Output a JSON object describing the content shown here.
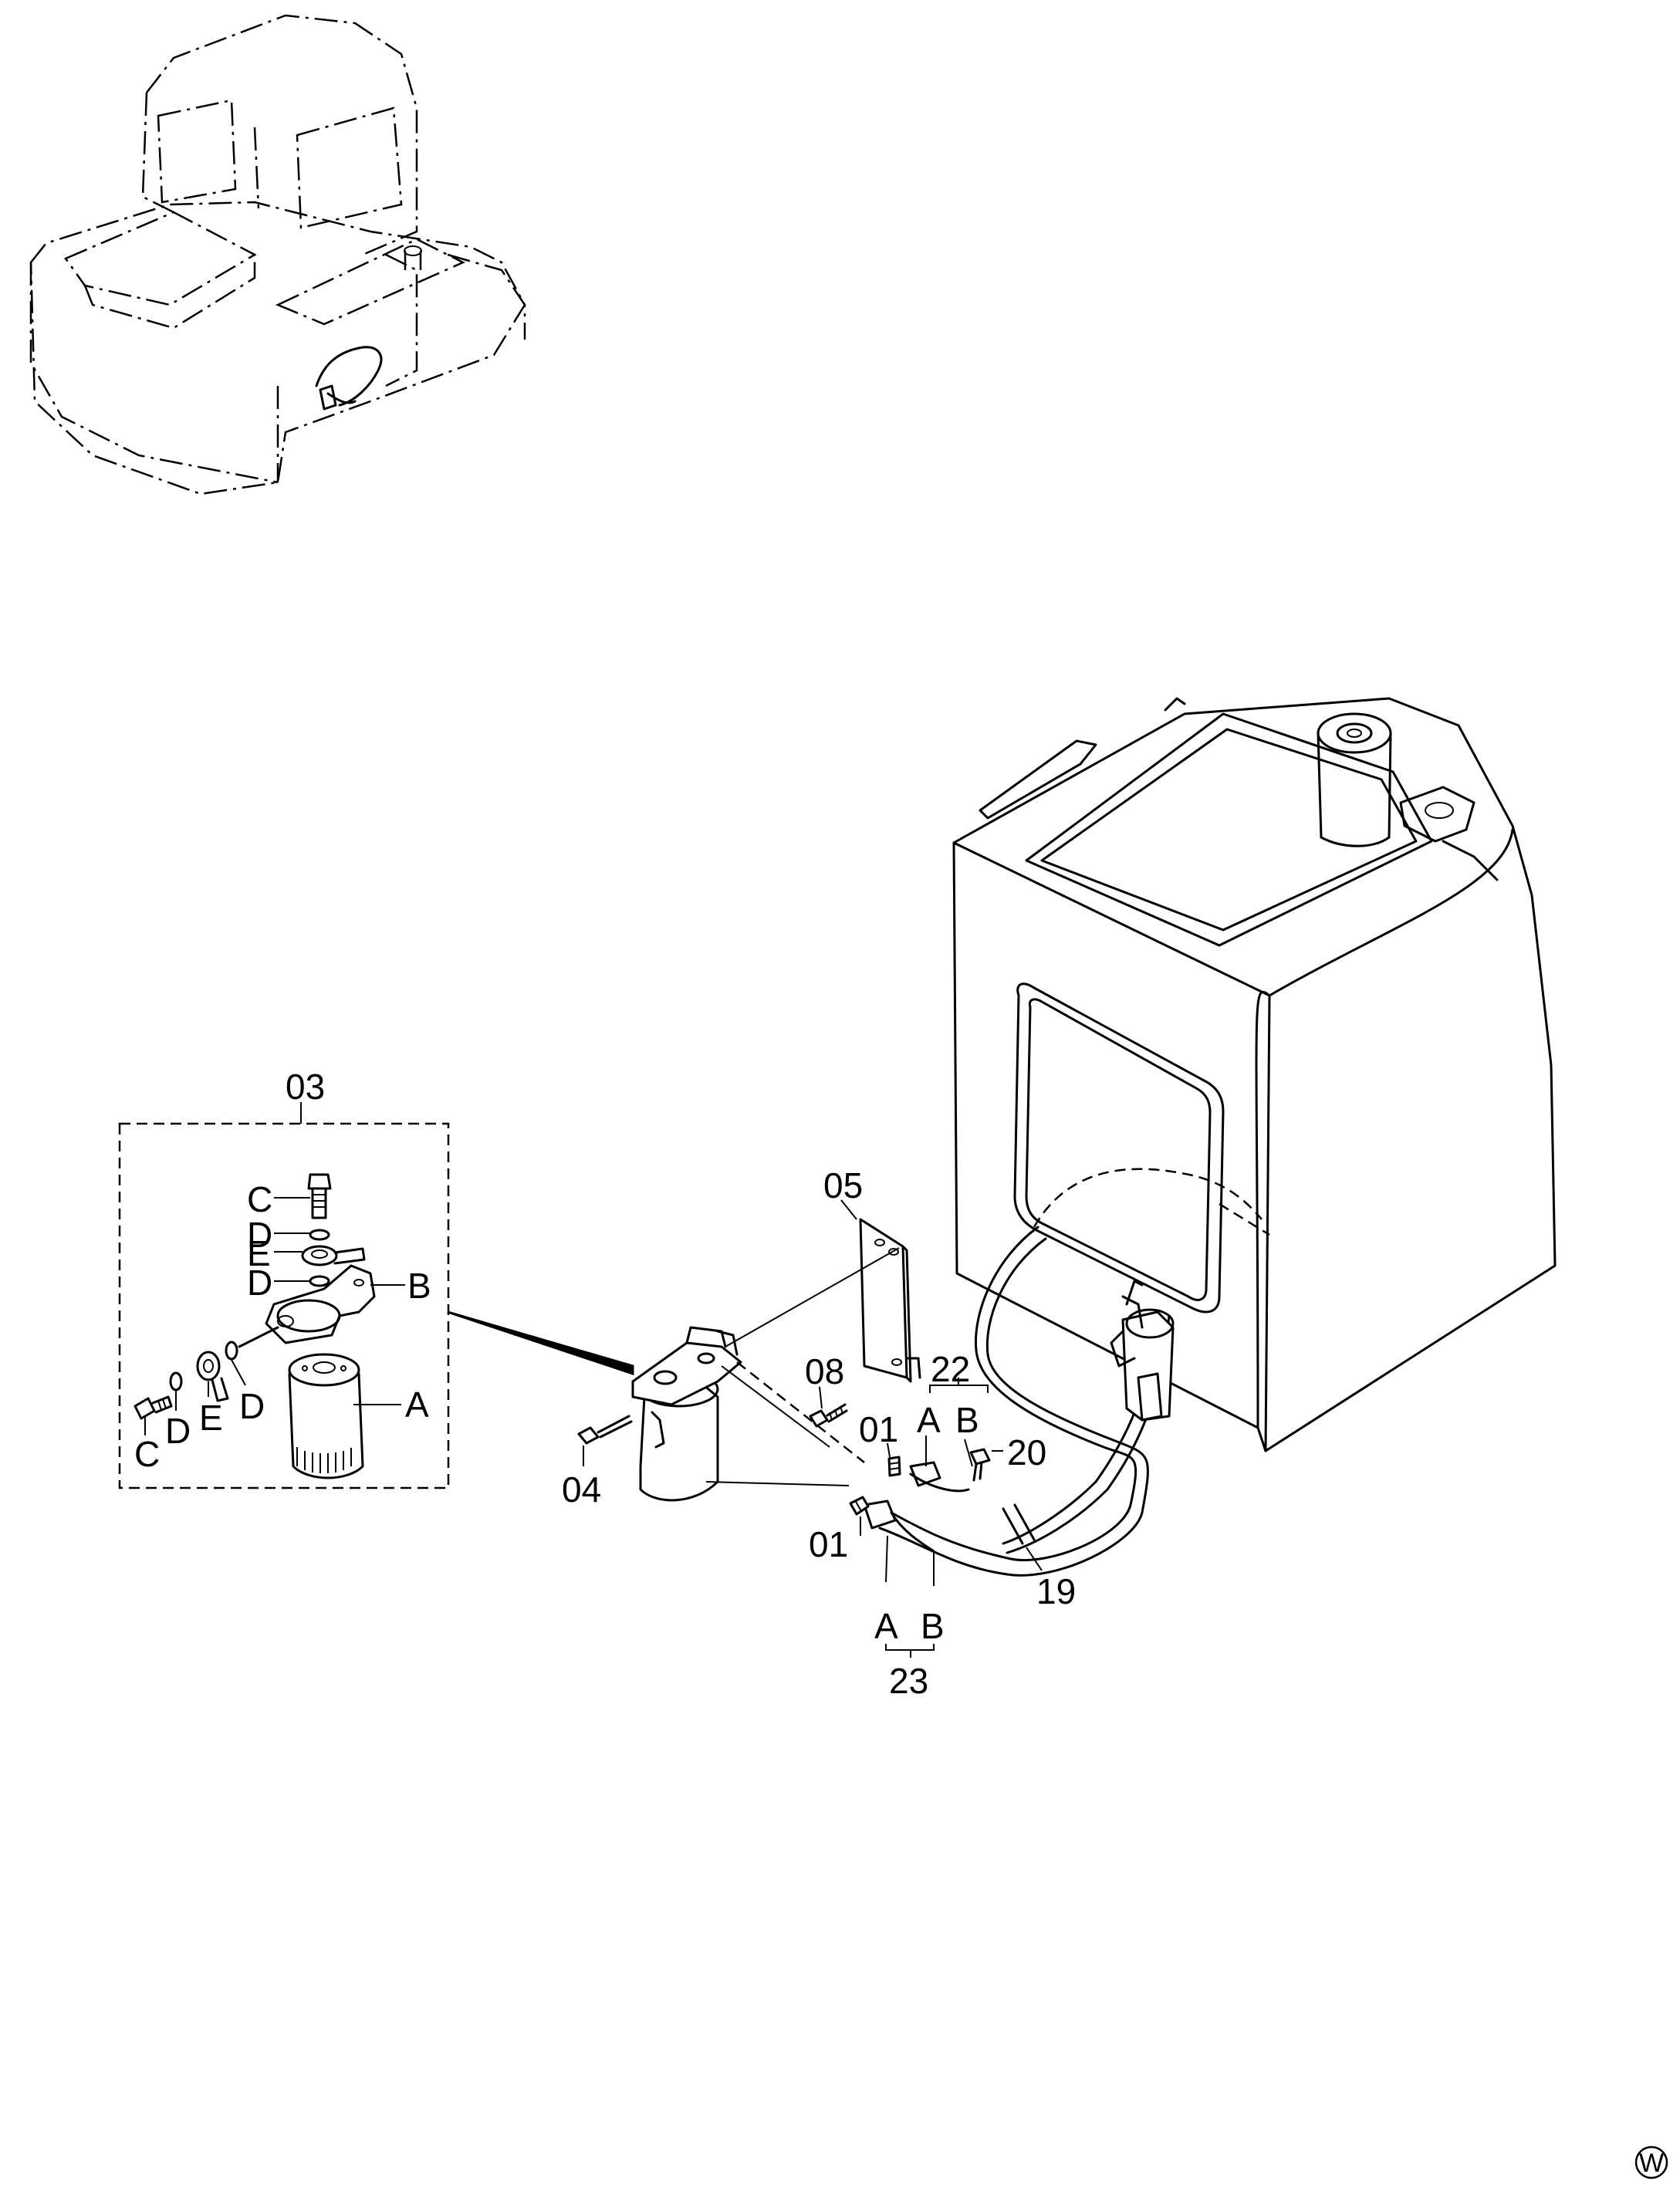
{
  "callouts": {
    "p03": "03",
    "p05": "05",
    "p08": "08",
    "p22": "22",
    "p22a": "A",
    "p22b": "B",
    "p20": "20",
    "p01a": "01",
    "p01b": "01",
    "p04": "04",
    "p19": "19",
    "p23": "23",
    "p23a": "A",
    "p23b": "B"
  },
  "kit_labels": {
    "c1": "C",
    "d1": "D",
    "e1": "E",
    "d2": "D",
    "b": "B",
    "a": "A",
    "c2": "C",
    "d3": "D",
    "e2": "E",
    "d4": "D"
  },
  "corner_mark": "W"
}
